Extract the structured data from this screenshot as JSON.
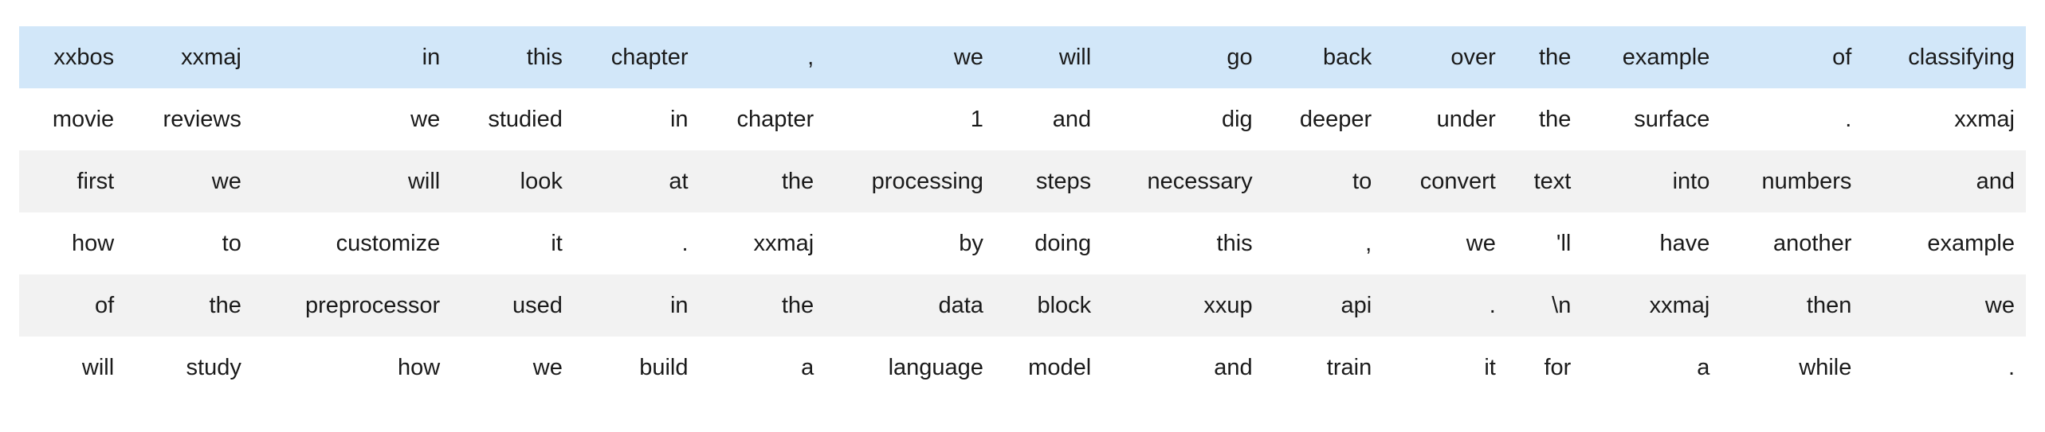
{
  "table": {
    "description": "Tokenized text batch preview (6 rows x 15 token columns)",
    "highlight_row_index": 0,
    "rows": [
      [
        "xxbos",
        "xxmaj",
        "in",
        "this",
        "chapter",
        ",",
        "we",
        "will",
        "go",
        "back",
        "over",
        "the",
        "example",
        "of",
        "classifying"
      ],
      [
        "movie",
        "reviews",
        "we",
        "studied",
        "in",
        "chapter",
        "1",
        "and",
        "dig",
        "deeper",
        "under",
        "the",
        "surface",
        ".",
        "xxmaj"
      ],
      [
        "first",
        "we",
        "will",
        "look",
        "at",
        "the",
        "processing",
        "steps",
        "necessary",
        "to",
        "convert",
        "text",
        "into",
        "numbers",
        "and"
      ],
      [
        "how",
        "to",
        "customize",
        "it",
        ".",
        "xxmaj",
        "by",
        "doing",
        "this",
        ",",
        "we",
        "'ll",
        "have",
        "another",
        "example"
      ],
      [
        "of",
        "the",
        "preprocessor",
        "used",
        "in",
        "the",
        "data",
        "block",
        "xxup",
        "api",
        ".",
        "\\n",
        "xxmaj",
        "then",
        "we"
      ],
      [
        "will",
        "study",
        "how",
        "we",
        "build",
        "a",
        "language",
        "model",
        "and",
        "train",
        "it",
        "for",
        "a",
        "while",
        "."
      ]
    ]
  },
  "colors": {
    "highlight_row_bg": "#d2e7f9",
    "stripe_row_bg": "#f2f2f2",
    "default_row_bg": "#ffffff",
    "text": "#1a1a1a"
  }
}
